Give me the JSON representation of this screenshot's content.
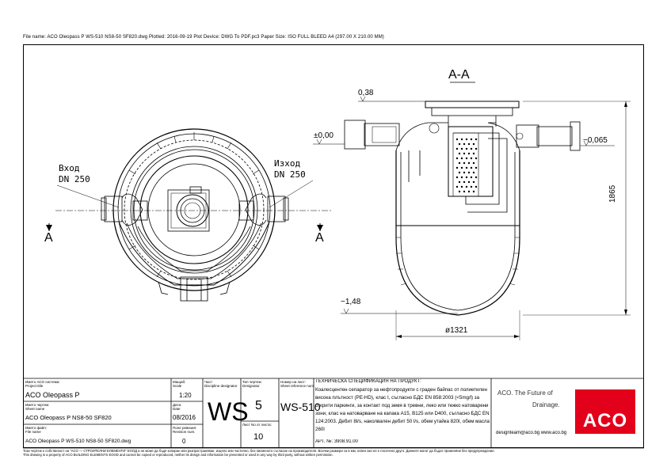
{
  "header": {
    "plot_info": "File name: ACO Oleopass P WS-510 NS8-50 SF820.dwg    Plotted: 2016-09-19    Plot Device: DWG To PDF.pc3    Paper Size: ISO FULL BLEED A4 (297.00 X 210.00 MM)"
  },
  "drawing": {
    "section_title": "A-A",
    "left_section_mark": "A",
    "right_section_mark": "A",
    "inlet_label_1": "Вход",
    "inlet_label_2": "DN 250",
    "outlet_label_1": "Изход",
    "outlet_label_2": "DN 250",
    "dim_top": "0,38",
    "dim_inlet": "±0,00",
    "dim_outlet": "−0,065",
    "dim_bottom": "−1,48",
    "dim_height": "1865",
    "dim_diameter": "ø1321"
  },
  "title_block": {
    "name_label_bg": "Името АСО система:",
    "name_label_en": "Project title",
    "name_value": "ACO Oleopass P",
    "drawing_label_bg": "Името чертеж:",
    "drawing_label_en": "Sheet name",
    "drawing_value": "ACO Oleopass P NS8-50 SF820",
    "file_label_bg": "Името файл:",
    "file_label_en": "File name",
    "file_value": "ACO Oleopass P WS-510 NS8-50 SF820.dwg",
    "scale_label_bg": "Мащаб:",
    "scale_label_en": "Scale",
    "scale_value": "1:20",
    "date_label_bg": "Дата:",
    "date_label_en": "Date",
    "date_value": "08/2016",
    "rev_label_bg": "Поле ревизия:",
    "rev_label_en": "Revision num.",
    "rev_value": "0",
    "part_label_bg": "Част:",
    "part_label_en": "Discipline designator",
    "part_value": "WS",
    "sheet_label_bg": "Тип чертеж:",
    "sheet_label_en": "Designator",
    "sheet_value": "5",
    "sheets_label_bg": "Лист No от листа:",
    "sheets_value": "10",
    "ref_label_bg": "Номер на лист:",
    "ref_label_en": "Sheet reference num.",
    "ref_value": "WS-510",
    "spec_title": "ТЕХНИЧЕСКА СПЕЦИФИКАЦИЯ НА ПРОДУКТ:",
    "spec_body": "Коалесцентен сепаратор за нефтопродукти с граден байпас от полиетилен висока плътност (PE-HD), клас I, съгласно БДС EN 858:2003 (<5mg/l) за открити паркинги, за контакт под земя в тревни, леко или тежко натоварени зони, клас на натоварване на капака А15, В125 или D400, съгласно БДС EN 124:2003. Дебит 8l/s, наколвален дебит 50 l/s, обем утайка 820l, обем масла 260l",
    "art_no": "АРТ. №: 3908.91.00",
    "brand_tagline_1": "ACO. The Future of",
    "brand_tagline_2": "Drainage.",
    "contact": "designteam@aco.bg   www.aco.bg",
    "logo_text": "ACO"
  },
  "footer": {
    "line1": "Този чертеж е собственост на \"ACO — СТРОИТЕЛНИ ЕЛЕМЕНТИ\" ЕООД и не може да бъде копиран или разпространяван, изцяло или частично, без писменото съгласие на производителя. Всички размери са в мм, освен ако не е посочено друго. Данните могат да бъдат променяни без предупреждение.",
    "line2": "This drawing is a property of ACO BUILDING ELEMENTS EOOD and cannot be copied or reproduced, neither its design and information be presented or used in any way by third party, without written permission."
  }
}
